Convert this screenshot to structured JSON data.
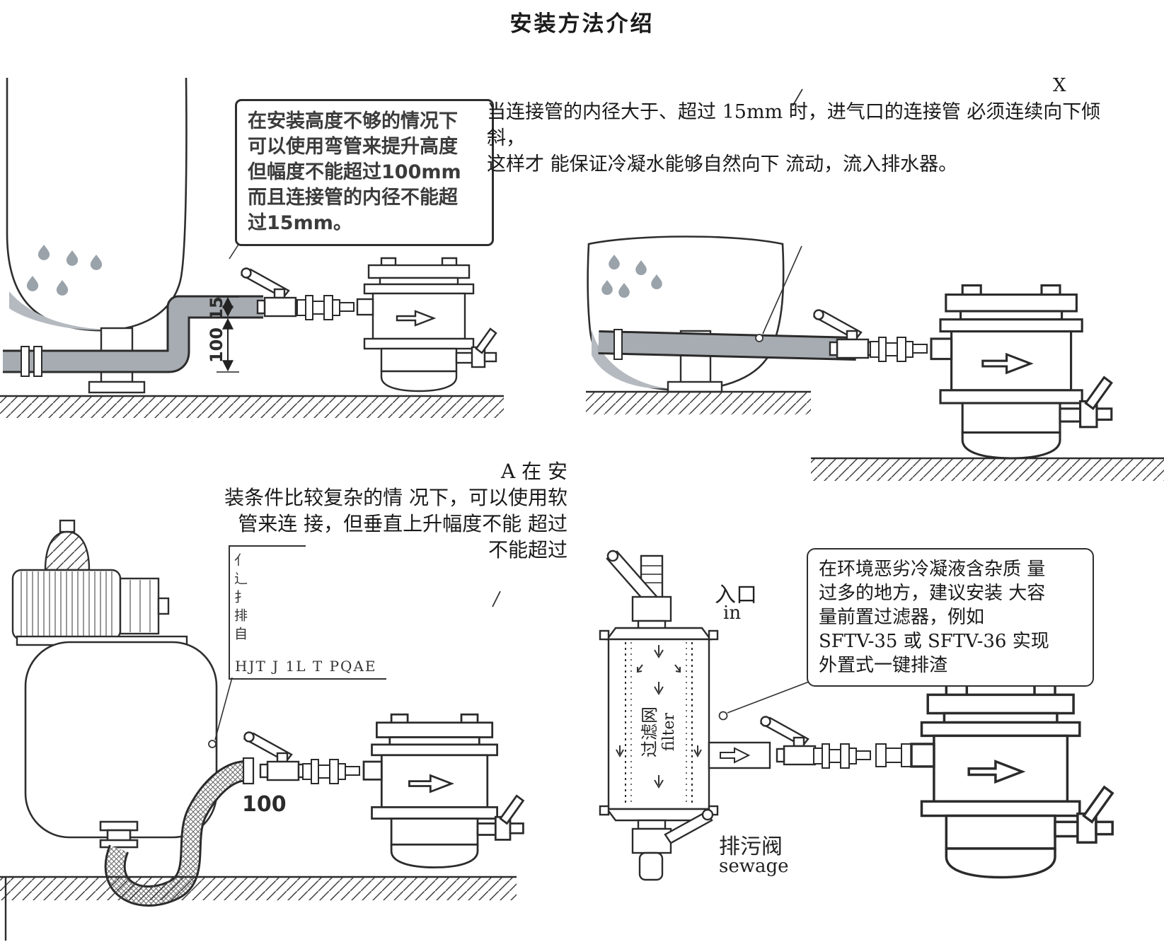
{
  "title": "安装方法介绍",
  "top_left": {
    "callout_lines": [
      "在安装高度不够的情况下",
      "可以使用弯管来提升高度",
      "但幅度不能超过100mm",
      "而且连接管的内径不能超",
      "过15mm。"
    ],
    "dim_15": "15",
    "dim_100": "100"
  },
  "top_right": {
    "mark_x": "X",
    "para_lines": [
      "当连接管的内径大于、超过 15mm 时，进气口的连接管 必须连续向下倾斜，",
      "这样才 能保证冷凝水能够自然向下 流动，流入排水器。"
    ]
  },
  "bottom_left": {
    "para_lines": [
      "A 在 安",
      "装条件比较复杂的情 况下，可以使用软",
      "管来连 接，但垂直上升幅度不能 超过",
      "不能超过"
    ],
    "garbled_vertical": "亻辶扌排自",
    "garbled_bottom": "HJT J 1L T PQAE",
    "dim_100": "100"
  },
  "bottom_right": {
    "callout_lines": [
      "在环境恶劣冷凝液含杂质 量",
      "过多的地方，建议安装 大容",
      "量前置过滤器，例如",
      "SFTV-35 或 SFTV-36 实现",
      "外置式一键排渣"
    ],
    "inlet_cn": "入口",
    "inlet_en": "in",
    "filter_cn": "过滤网",
    "filter_en": "filter",
    "sewage_cn": "排污阀",
    "sewage_en": "sewage"
  },
  "colors": {
    "line": "#2b2b2b",
    "pipe_fill": "#a7acb2",
    "droplet": "#9aa2aa"
  }
}
